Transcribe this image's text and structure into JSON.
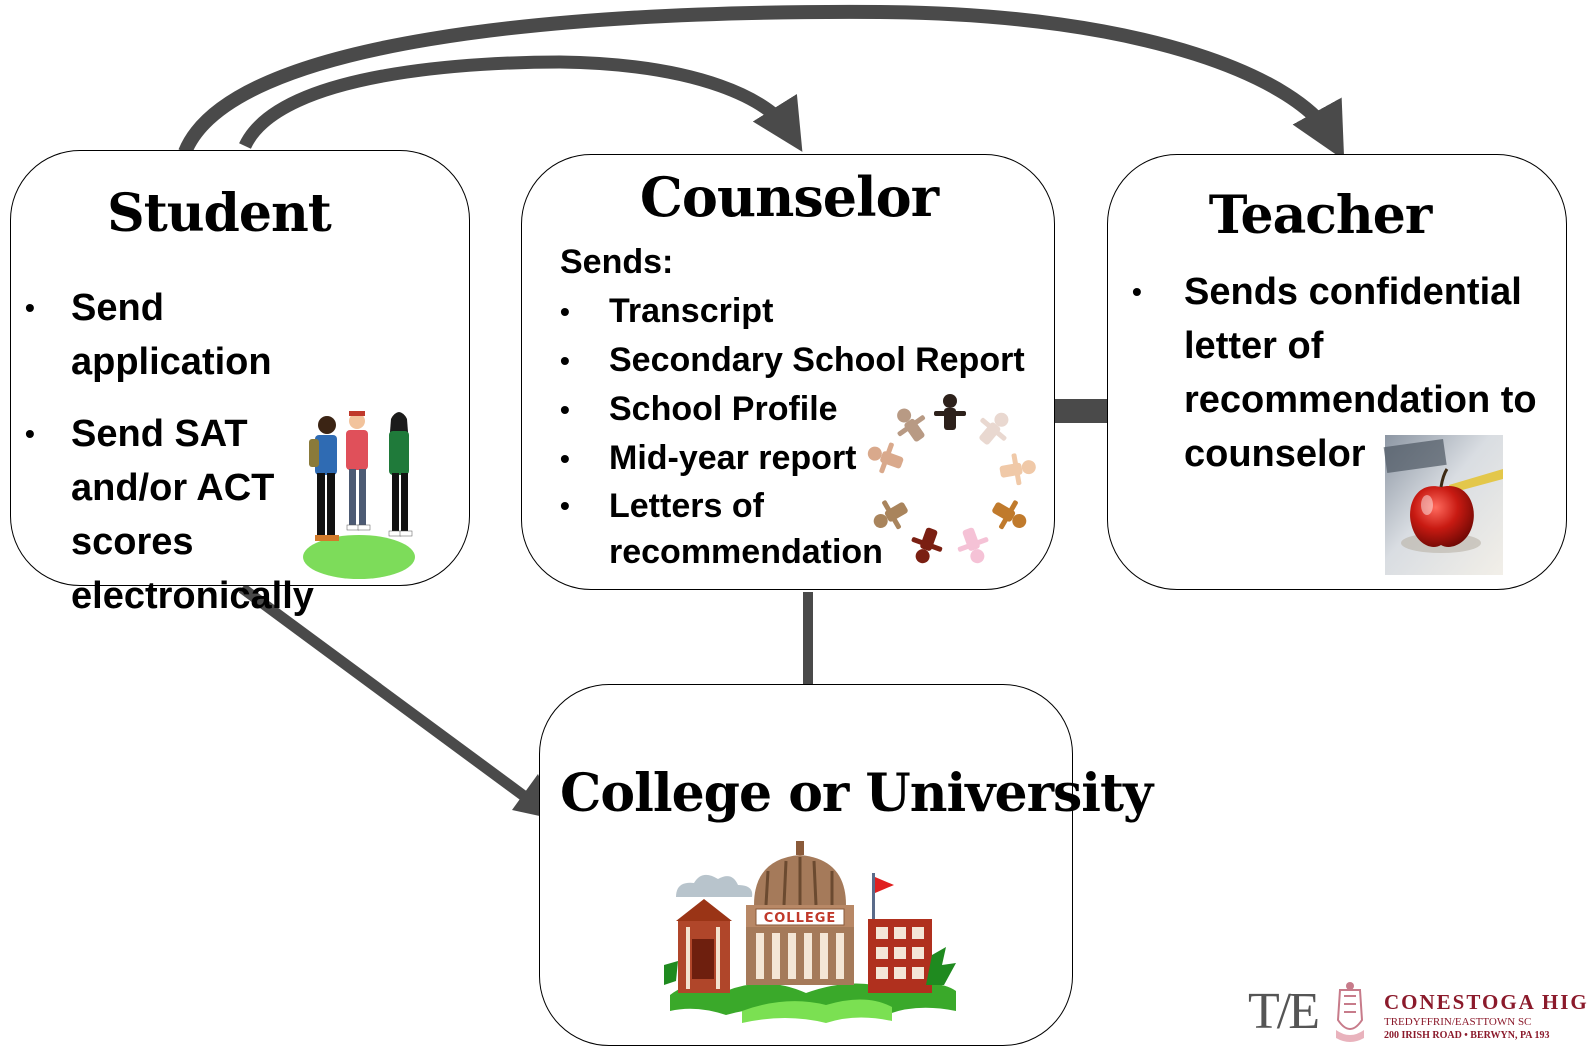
{
  "student": {
    "title": "Student",
    "items": [
      "Send application",
      "Send SAT and/or ACT scores electronically"
    ]
  },
  "counselor": {
    "title": "Counselor",
    "sends_label": "Sends:",
    "items": [
      "Transcript",
      "Secondary School Report",
      "School Profile",
      "Mid-year report",
      "Letters of recommendation"
    ]
  },
  "teacher": {
    "title": "Teacher",
    "items": [
      "Sends confidential letter of recommendation  to counselor"
    ]
  },
  "college": {
    "title": "College or University",
    "building_sign": "COLLEGE"
  },
  "logo": {
    "te": "T/E",
    "name": "CONESTOGA HIG",
    "district": "TREDYFFRIN/EASTTOWN SC",
    "address": "200 IRISH ROAD  •  BERWYN, PA 193"
  },
  "colors": {
    "arrow": "#4a4a4a",
    "logo": "#8b1a2b"
  }
}
